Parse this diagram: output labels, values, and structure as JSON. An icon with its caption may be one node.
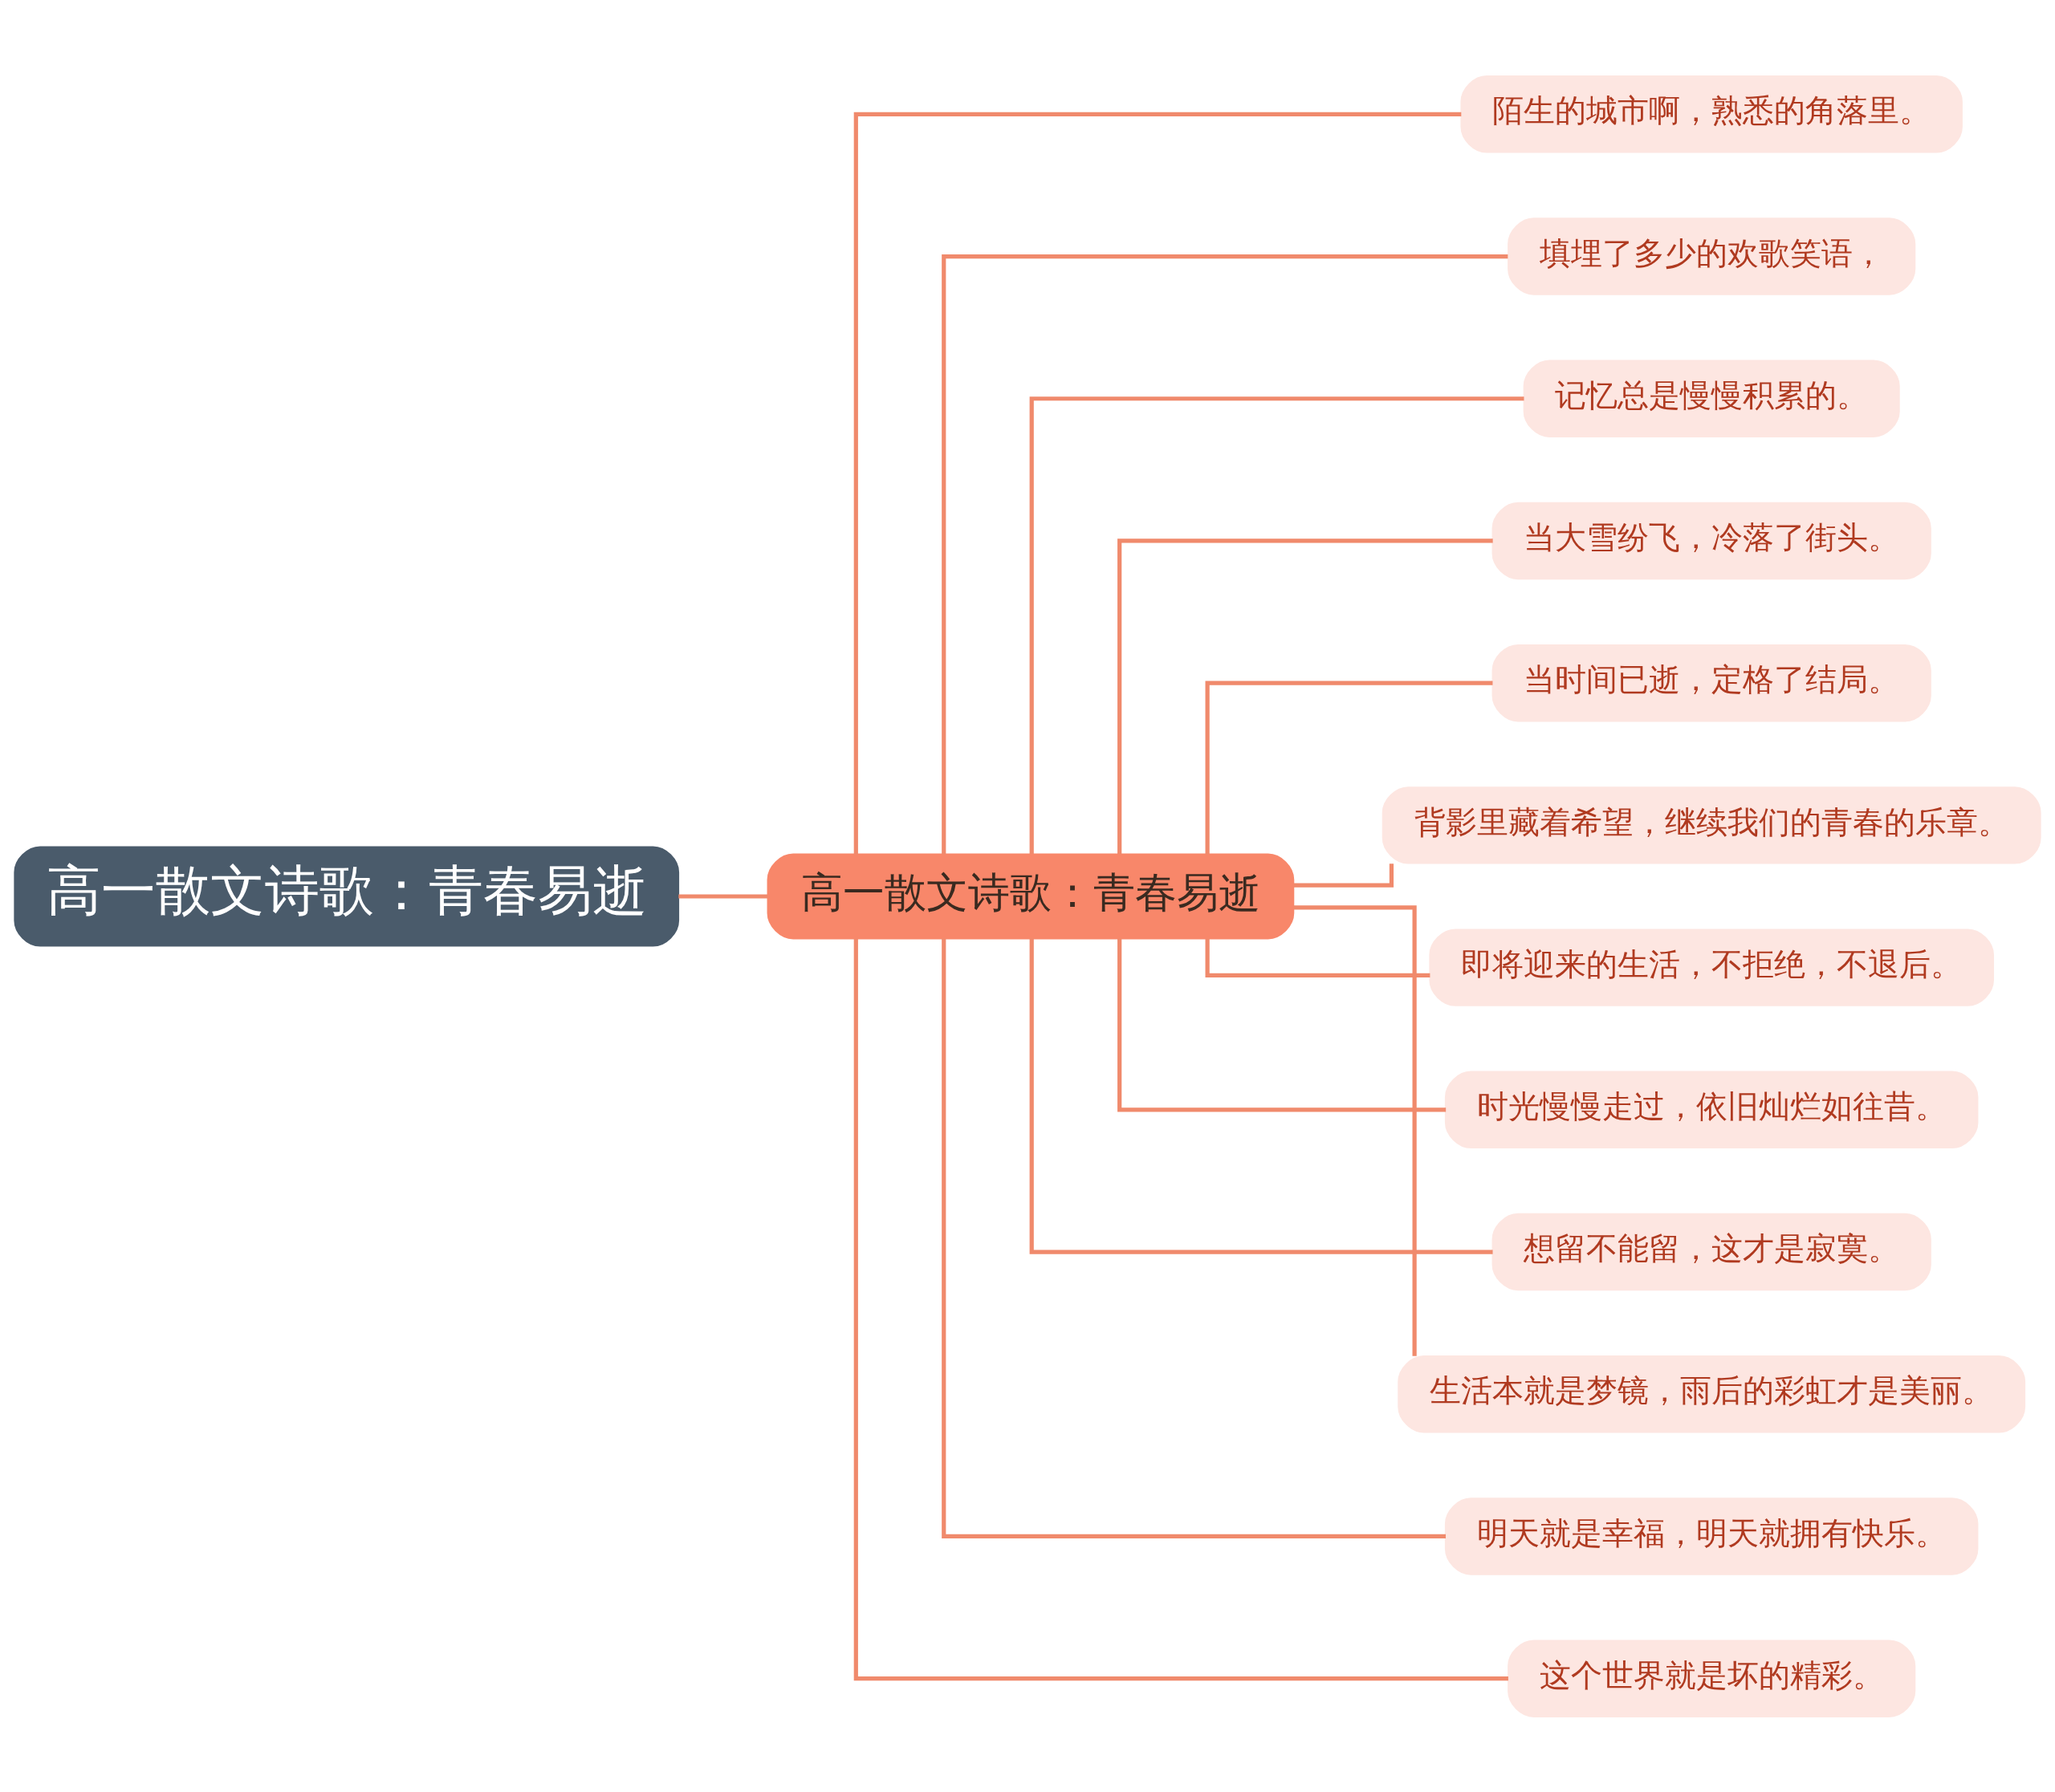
{
  "diagram": {
    "nodes": [
      {
        "text": [
          "高一散文诗歌：青春易逝"
        ]
      },
      {
        "text": [
          "高一散文诗歌：青春易逝"
        ]
      },
      {
        "text": [
          "陌生的城市啊，熟悉的角落里。"
        ]
      },
      {
        "text": [
          "填埋了多少的欢歌笑语，"
        ]
      },
      {
        "text": [
          "记忆总是慢慢积累的。"
        ]
      },
      {
        "text": [
          "当大雪纷飞，冷落了街头。"
        ]
      },
      {
        "text": [
          "当时间已逝，定格了结局。"
        ]
      },
      {
        "text": [
          "背影里藏着希望，继续我们的青春的乐章。"
        ]
      },
      {
        "text": [
          "即将迎来的生活，不拒绝，不退后。"
        ]
      },
      {
        "text": [
          "时光慢慢走过，依旧灿烂如往昔。"
        ]
      },
      {
        "text": [
          "想留不能留，这才是寂寞。"
        ]
      },
      {
        "text": [
          "生活本就是梦镜，雨后的彩虹才是美丽。"
        ]
      },
      {
        "text": [
          "明天就是幸福，明天就拥有快乐。"
        ]
      },
      {
        "text": [
          "这个世界就是坏的精彩。"
        ]
      }
    ],
    "edges": [
      {
        "from": 0,
        "to": 1,
        "arrow": "none"
      },
      {
        "from": 1,
        "to": 2,
        "arrow": "none"
      },
      {
        "from": 1,
        "to": 3,
        "arrow": "none"
      },
      {
        "from": 1,
        "to": 4,
        "arrow": "none"
      },
      {
        "from": 1,
        "to": 5,
        "arrow": "none"
      },
      {
        "from": 1,
        "to": 6,
        "arrow": "none"
      },
      {
        "from": 1,
        "to": 7,
        "arrow": "none"
      },
      {
        "from": 1,
        "to": 8,
        "arrow": "none"
      },
      {
        "from": 1,
        "to": 9,
        "arrow": "none"
      },
      {
        "from": 1,
        "to": 10,
        "arrow": "none"
      },
      {
        "from": 1,
        "to": 11,
        "arrow": "none"
      },
      {
        "from": 1,
        "to": 12,
        "arrow": "none"
      },
      {
        "from": 1,
        "to": 13,
        "arrow": "none"
      }
    ]
  }
}
